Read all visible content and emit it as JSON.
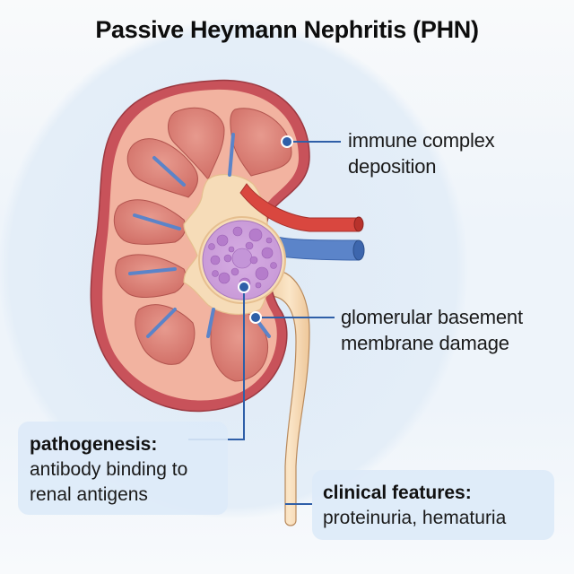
{
  "title": "Passive Heymann Nephritis (PHN)",
  "colors": {
    "capsule": "#c8525a",
    "cortex": "#f2b3a0",
    "pyramid": "#d97a70",
    "pelvis": "#f6dcb8",
    "artery": "#d9473f",
    "vein": "#5b84c9",
    "glomerulus": "#c99ad6",
    "callout_line": "#2f5fa8",
    "box_bg": "#ddeaf8"
  },
  "labels": {
    "immune_complex": {
      "line1": "immune complex",
      "line2": "deposition"
    },
    "gbm_damage": {
      "line1": "glomerular basement",
      "line2": "membrane damage"
    },
    "pathogenesis": {
      "heading": "pathogenesis:",
      "line1": "antibody binding to",
      "line2": "renal antigens"
    },
    "clinical_features": {
      "heading": "clinical features:",
      "line1": "proteinuria, hematuria"
    }
  },
  "structures": [
    "renal capsule",
    "cortex",
    "renal pyramids",
    "renal pelvis",
    "renal artery",
    "renal vein",
    "glomerulus cluster",
    "ureter"
  ]
}
